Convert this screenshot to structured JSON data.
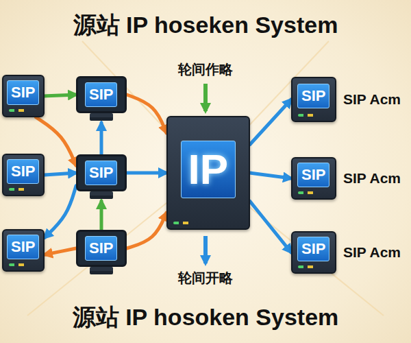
{
  "diagram": {
    "title": "源站 IP hoseken System",
    "caption": "源站 IP hosoken System",
    "nodes": [
      {
        "text": [
          "SIP"
        ]
      },
      {
        "text": [
          "SIP"
        ]
      },
      {
        "text": [
          "SIP"
        ]
      },
      {
        "text": [
          "SIP"
        ]
      },
      {
        "text": [
          "SIP"
        ]
      },
      {
        "text": [
          "SIP"
        ]
      },
      {
        "text": [
          "IP"
        ]
      },
      {
        "text": [
          "SIP",
          "SIP Acm"
        ]
      },
      {
        "text": [
          "SIP",
          "SIP Acm"
        ]
      },
      {
        "text": [
          "SIP",
          "SIP Acm"
        ]
      }
    ],
    "edges": [
      {
        "from": 0,
        "to": 1,
        "arrow": "to"
      },
      {
        "from": 0,
        "to": 3,
        "arrow": "to"
      },
      {
        "from": 3,
        "to": 1,
        "arrow": "to"
      },
      {
        "from": 1,
        "to": 6,
        "arrow": "to"
      },
      {
        "from": 2,
        "to": 3,
        "arrow": "to"
      },
      {
        "from": 3,
        "to": 6,
        "arrow": "to"
      },
      {
        "from": 3,
        "to": 4,
        "arrow": "to"
      },
      {
        "from": 5,
        "to": 4,
        "arrow": "to"
      },
      {
        "from": 5,
        "to": 3,
        "arrow": "to"
      },
      {
        "from": 5,
        "to": 6,
        "arrow": "to"
      },
      {
        "from": 6,
        "to": 7,
        "arrow": "to"
      },
      {
        "from": 6,
        "to": 8,
        "arrow": "to"
      },
      {
        "from": 6,
        "to": 9,
        "arrow": "to"
      }
    ],
    "labels": [
      "轮间作略",
      "轮间开略"
    ]
  }
}
